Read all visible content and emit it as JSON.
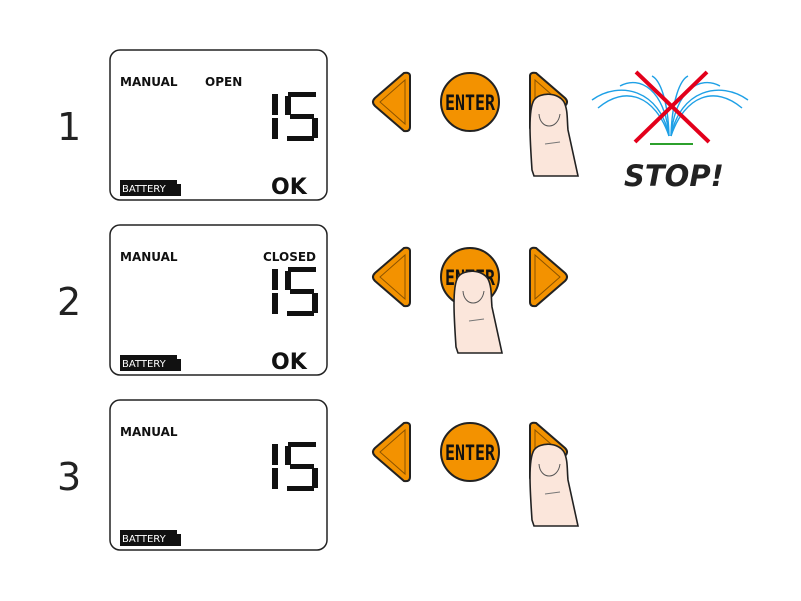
{
  "steps": [
    {
      "number": "1",
      "mode": "MANUAL",
      "valve": "OPEN",
      "value": "15",
      "battery": "BATTERY",
      "status": "OK",
      "pressed": "right-button"
    },
    {
      "number": "2",
      "mode": "MANUAL",
      "valve": "CLOSED",
      "value": "15",
      "battery": "BATTERY",
      "status": "OK",
      "pressed": "enter-button"
    },
    {
      "number": "3",
      "mode": "MANUAL",
      "valve": "",
      "value": "15",
      "battery": "BATTERY",
      "status": "",
      "pressed": "right-button"
    }
  ],
  "buttons": {
    "enter": "ENTER"
  },
  "stop": {
    "label": "STOP!"
  },
  "colors": {
    "button": "#f39200",
    "water": "#1ea0e6",
    "cross": "#e3001b",
    "ground": "#2ca02c",
    "skin": "#fbe6db"
  }
}
